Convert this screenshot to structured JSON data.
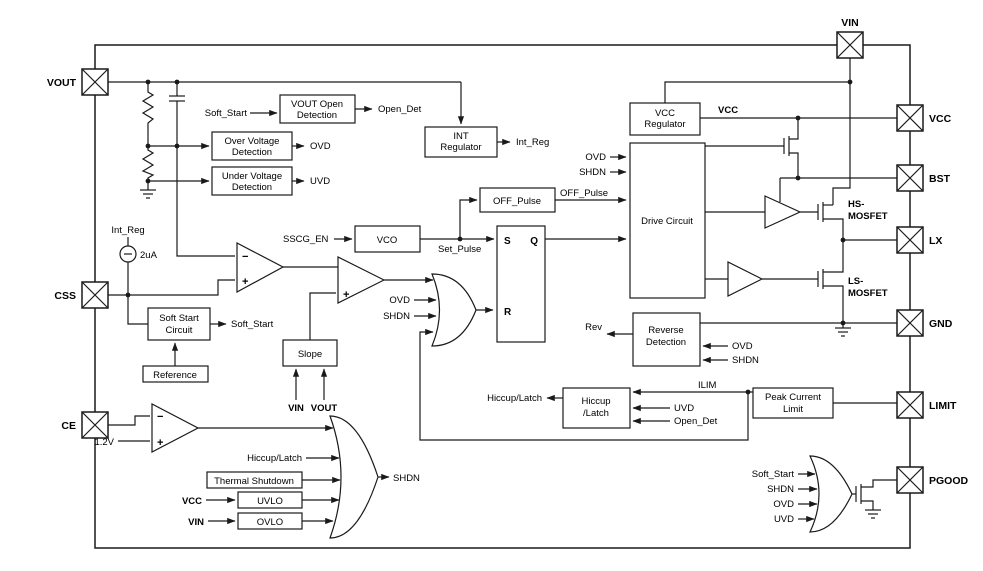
{
  "colors": {
    "line": "#1a1a1a",
    "background": "#ffffff"
  },
  "labels": {
    "pin_vin": "VIN",
    "pin_vout": "VOUT",
    "pin_css": "CSS",
    "pin_ce": "CE",
    "pin_vcc": "VCC",
    "pin_bst": "BST",
    "pin_lx": "LX",
    "pin_gnd": "GND",
    "pin_limit": "LIMIT",
    "pin_pgood": "PGOOD",
    "vout_open": "VOUT Open",
    "detection": "Detection",
    "over_voltage": "Over Voltage",
    "under_voltage": "Under Voltage",
    "int": "INT",
    "regulator": "Regulator",
    "off_pulse": "OFF_Pulse",
    "vco": "VCO",
    "vcc": "VCC",
    "drive_circuit": "Drive Circuit",
    "reverse": "Reverse",
    "hiccup": "Hiccup",
    "latch_suffix": "/Latch",
    "peak_current": "Peak Current",
    "limit": "Limit",
    "soft_start_line1": "Soft Start",
    "circuit": "Circuit",
    "reference": "Reference",
    "slope": "Slope",
    "thermal_shutdown": "Thermal Shutdown",
    "uvlo": "UVLO",
    "ovlo": "OVLO",
    "s": "S",
    "q": "Q",
    "r": "R",
    "soft_start": "Soft_Start",
    "open_det": "Open_Det",
    "ovd": "OVD",
    "uvd": "UVD",
    "int_reg": "Int_Reg",
    "bias_2ua": "2uA",
    "sscg_en": "SSCG_EN",
    "set_pulse": "Set_Pulse",
    "shdn": "SHDN",
    "rev": "Rev",
    "ilim": "ILIM",
    "hiccup_latch": "Hiccup/Latch",
    "vin": "VIN",
    "vout": "VOUT",
    "v1_2": "1.2V",
    "hs": "HS-",
    "ls": "LS-",
    "mosfet": "MOSFET",
    "minus": "−",
    "plus": "+"
  }
}
